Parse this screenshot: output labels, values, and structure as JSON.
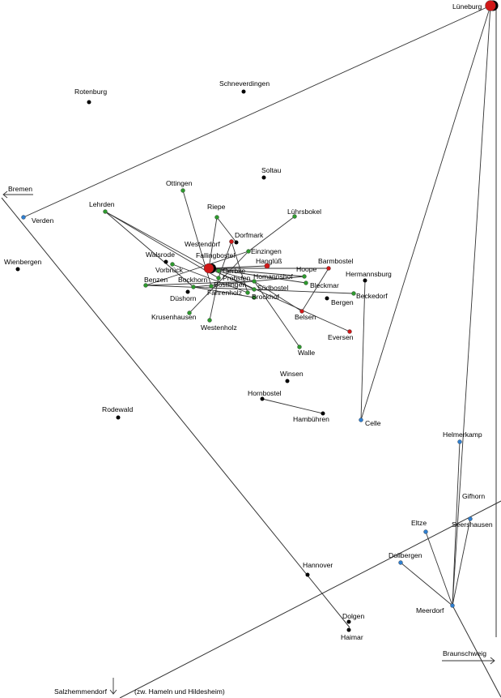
{
  "map": {
    "colors": {
      "black": "#000000",
      "green": "#2e9a2e",
      "red": "#d01818",
      "blue": "#2f7fd0"
    },
    "places": [
      {
        "id": "lueneburg",
        "name": "Lüneburg",
        "type": "red"
      },
      {
        "id": "rotenburg",
        "name": "Rotenburg",
        "type": "black"
      },
      {
        "id": "schneverdingen",
        "name": "Schneverdingen",
        "type": "black"
      },
      {
        "id": "soltau",
        "name": "Soltau",
        "type": "black"
      },
      {
        "id": "verden",
        "name": "Verden",
        "type": "blue"
      },
      {
        "id": "ottingen",
        "name": "Ottingen",
        "type": "green"
      },
      {
        "id": "lehrden",
        "name": "Lehrden",
        "type": "green"
      },
      {
        "id": "riepe",
        "name": "Riepe",
        "type": "green"
      },
      {
        "id": "luehrsbokel",
        "name": "Lührsbokel",
        "type": "green"
      },
      {
        "id": "dorfmark",
        "name": "Dorfmark",
        "type": "black"
      },
      {
        "id": "westendorf",
        "name": "Westendorf",
        "type": "red"
      },
      {
        "id": "einzingen",
        "name": "Einzingen",
        "type": "green"
      },
      {
        "id": "fallingbostel",
        "name": "Fallingbostel",
        "type": "red"
      },
      {
        "id": "walsrode",
        "name": "Walsrode",
        "type": "black"
      },
      {
        "id": "wienbergen",
        "name": "Wienbergen",
        "type": "black"
      },
      {
        "id": "hangluess",
        "name": "Hanglüß",
        "type": "red"
      },
      {
        "id": "barmbostel",
        "name": "Barmbostel",
        "type": "red"
      },
      {
        "id": "vorbrueck",
        "name": "Vorbrück",
        "type": "green"
      },
      {
        "id": "oerbke",
        "name": "Oerbke",
        "type": "green"
      },
      {
        "id": "probsten",
        "name": "Probsten",
        "type": "green"
      },
      {
        "id": "homannshof",
        "name": "Homannshof",
        "type": "green"
      },
      {
        "id": "hoope",
        "name": "Hoope",
        "type": "green"
      },
      {
        "id": "hermannsburg",
        "name": "Hermannsburg",
        "type": "black"
      },
      {
        "id": "benzen",
        "name": "Benzen",
        "type": "green"
      },
      {
        "id": "bockhorn",
        "name": "Bockhorn",
        "type": "green"
      },
      {
        "id": "bostlingen",
        "name": "Bostlingen",
        "type": "green"
      },
      {
        "id": "suedbostel",
        "name": "Südbostel",
        "type": "green"
      },
      {
        "id": "bleckmar",
        "name": "Bleckmar",
        "type": "green"
      },
      {
        "id": "duesborn",
        "name": "Düshorn",
        "type": "black"
      },
      {
        "id": "fahrenholz",
        "name": "Fahrenholz",
        "type": "green"
      },
      {
        "id": "brockhof",
        "name": "Brockhof",
        "type": "green"
      },
      {
        "id": "beckedorf",
        "name": "Beckedorf",
        "type": "green"
      },
      {
        "id": "bergen",
        "name": "Bergen",
        "type": "black"
      },
      {
        "id": "krusenhausen",
        "name": "Krusenhausen",
        "type": "green"
      },
      {
        "id": "belsen",
        "name": "Belsen",
        "type": "red"
      },
      {
        "id": "westenholz",
        "name": "Westenholz",
        "type": "green"
      },
      {
        "id": "eversen",
        "name": "Eversen",
        "type": "red"
      },
      {
        "id": "walle",
        "name": "Walle",
        "type": "green"
      },
      {
        "id": "winsen",
        "name": "Winsen",
        "type": "black"
      },
      {
        "id": "hornbostel",
        "name": "Hornbostel",
        "type": "black"
      },
      {
        "id": "rodewald",
        "name": "Rodewald",
        "type": "black"
      },
      {
        "id": "hambuehren",
        "name": "Hambühren",
        "type": "black"
      },
      {
        "id": "celle",
        "name": "Celle",
        "type": "blue"
      },
      {
        "id": "helmerkamp",
        "name": "Helmerkamp",
        "type": "blue"
      },
      {
        "id": "gifhorn",
        "name": "Gifhorn",
        "type": "none"
      },
      {
        "id": "eltze",
        "name": "Eltze",
        "type": "blue"
      },
      {
        "id": "seershausen",
        "name": "Seershausen",
        "type": "blue"
      },
      {
        "id": "dollbergen",
        "name": "Dollbergen",
        "type": "blue"
      },
      {
        "id": "hannover",
        "name": "Hannover",
        "type": "black"
      },
      {
        "id": "meerdorf",
        "name": "Meerdorf",
        "type": "blue"
      },
      {
        "id": "dolgen",
        "name": "Dolgen",
        "type": "black"
      },
      {
        "id": "haimar",
        "name": "Haimar",
        "type": "black"
      }
    ],
    "directions": {
      "bremen": "Bremen",
      "braunschweig": "Braunschweig",
      "salzhemmendorf": "Salzhemmendorf",
      "hameln_note": "(zw. Hameln und Hildesheim)"
    }
  }
}
